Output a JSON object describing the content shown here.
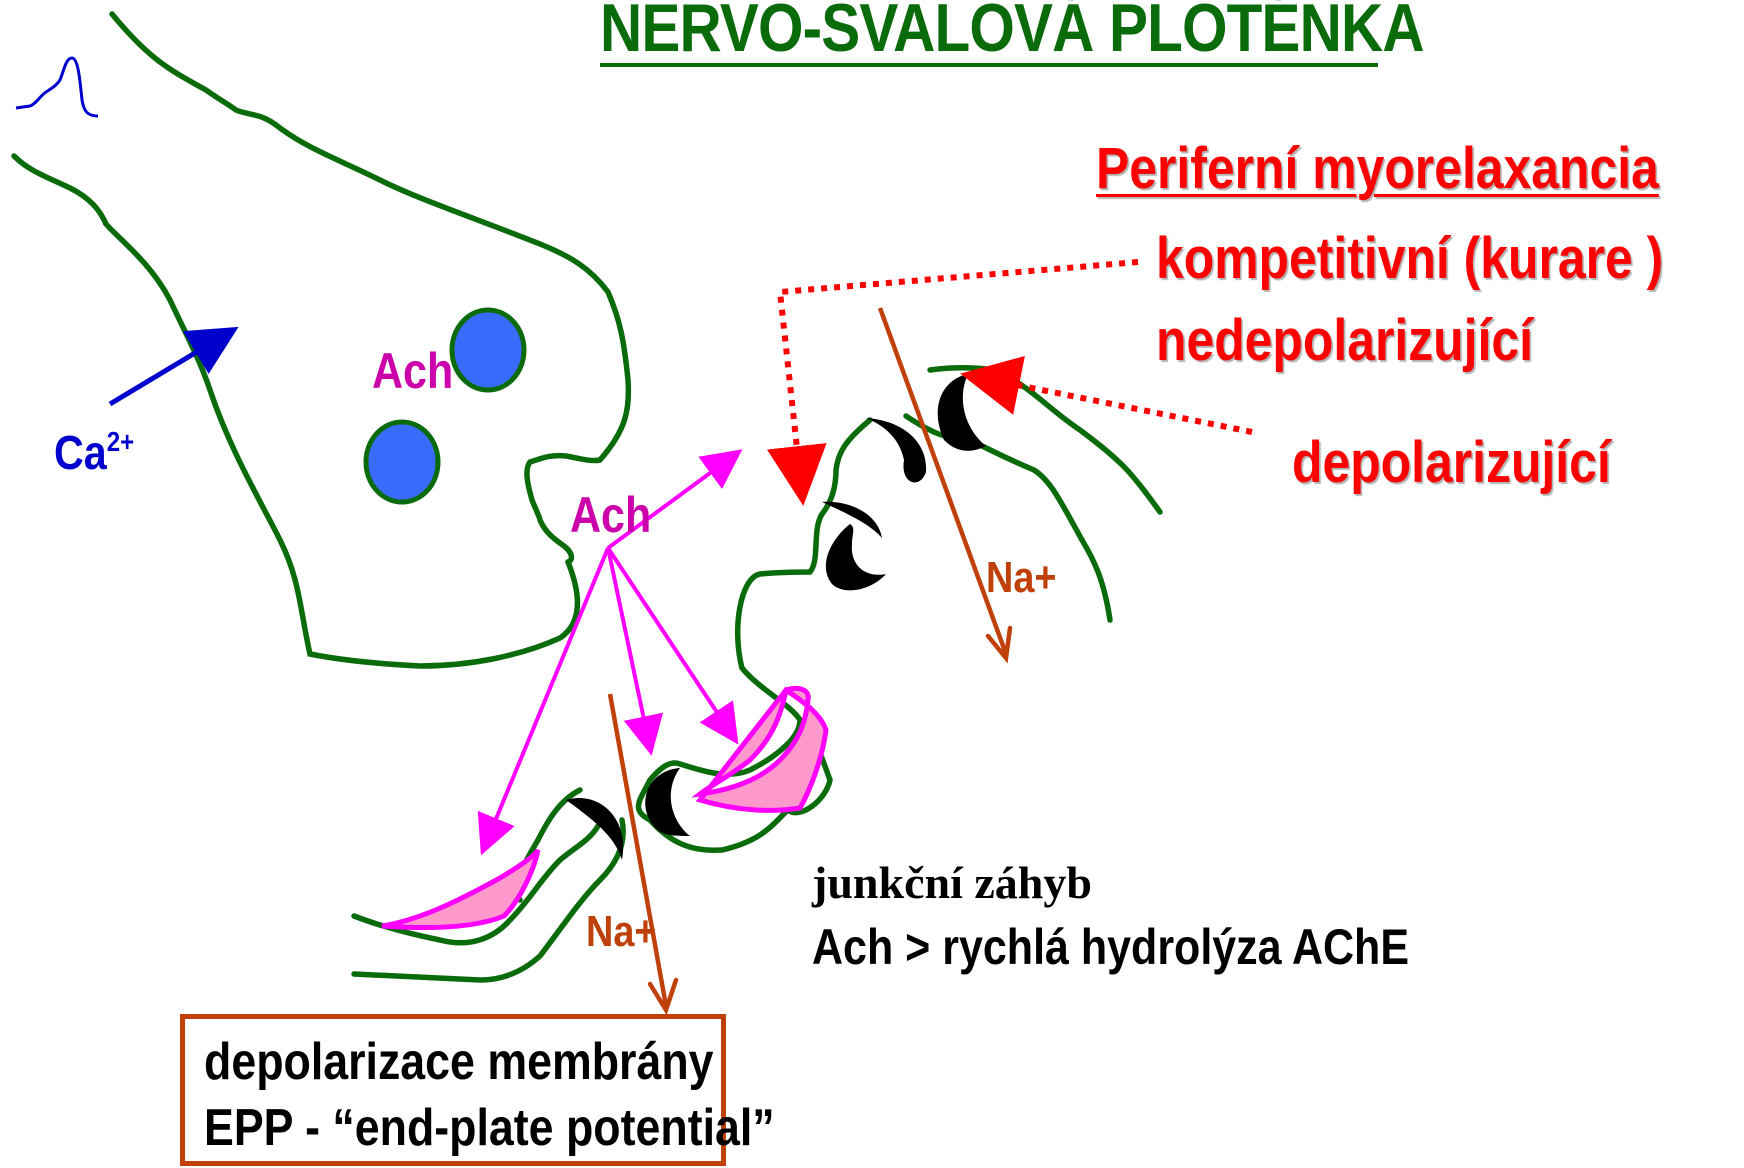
{
  "title": "NERVO-SVALOVÁ PLOTÉNKA",
  "heading_periferni": "Periferní myorelaxancia",
  "label_kompetitivni": "kompetitivní (kurare )",
  "label_nedepolarizujici": "nedepolarizující",
  "label_depolarizujici": "depolarizující",
  "label_ach_vesicle": "Ach",
  "label_ach_cleft": "Ach",
  "label_ca": "Ca",
  "label_ca_sup": "2+",
  "label_na_upper": "Na+",
  "label_na_lower": "Na+",
  "label_junkcni": "junkční záhyb",
  "label_ache": "Ach > rychlá hydrolýza AChE",
  "box_line1": "depolarizace membrány",
  "box_line2": "EPP - “end-plate potential”",
  "colors": {
    "membrane": "#0a6b0a",
    "vesicle": "#3a6bff",
    "ach_arrow": "#ff00ff",
    "receptor": "#000000",
    "sodium": "#c0400a",
    "blocker_dotted": "#ff0000",
    "calcium": "#0000cc",
    "pink_patch": "#ff99cc"
  }
}
